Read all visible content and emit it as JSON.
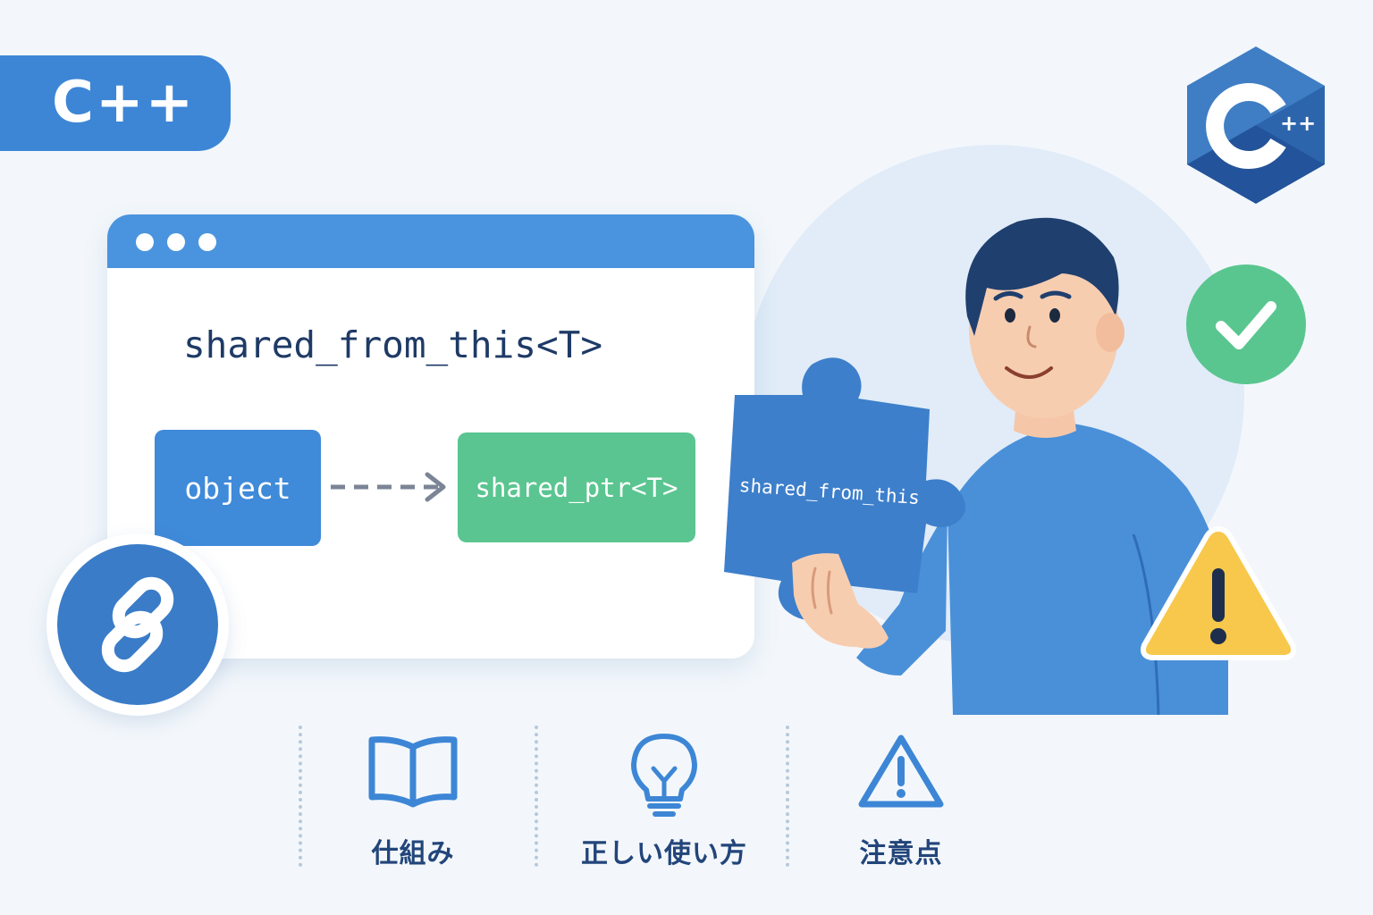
{
  "tag": {
    "label": "C++"
  },
  "window": {
    "code": "shared_from_this<T>",
    "object_label": "object",
    "shared_ptr_label": "shared_ptr<T>"
  },
  "puzzle": {
    "label": "shared_from_this"
  },
  "features": [
    {
      "icon": "open-book-icon",
      "label": "仕組み"
    },
    {
      "icon": "lightbulb-icon",
      "label": "正しい使い方"
    },
    {
      "icon": "warning-icon",
      "label": "注意点"
    }
  ],
  "colors": {
    "primary_blue": "#3d86d6",
    "green": "#5ac590",
    "navy_text": "#1e3a66",
    "warning_yellow": "#f7c84b",
    "background": "#f3f7fb"
  }
}
